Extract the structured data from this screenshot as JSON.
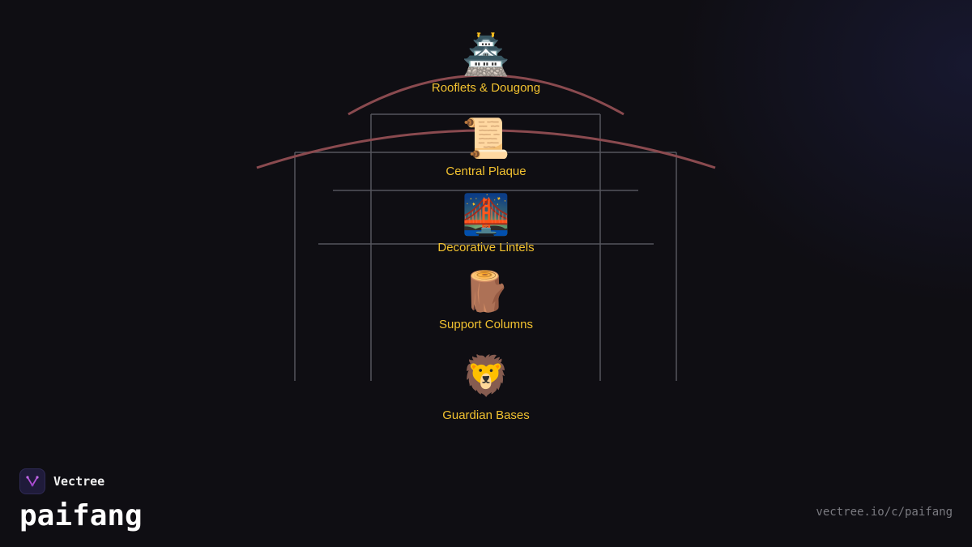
{
  "diagram": {
    "nodes": [
      {
        "icon": "castle-icon",
        "emoji": "🏯",
        "label": "Rooflets & Dougong"
      },
      {
        "icon": "scroll-icon",
        "emoji": "📜",
        "label": "Central Plaque"
      },
      {
        "icon": "bridge-icon",
        "emoji": "🌉",
        "label": "Decorative Lintels"
      },
      {
        "icon": "wood-log-icon",
        "emoji": "🪵",
        "label": "Support Columns"
      },
      {
        "icon": "lion-icon",
        "emoji": "🦁",
        "label": "Guardian Bases"
      }
    ],
    "colors": {
      "label": "#f2c230",
      "arc": "#8a4a4f",
      "frame": "#55555c"
    }
  },
  "branding": {
    "name": "Vectree",
    "title": "paifang",
    "url": "vectree.io/c/paifang"
  }
}
